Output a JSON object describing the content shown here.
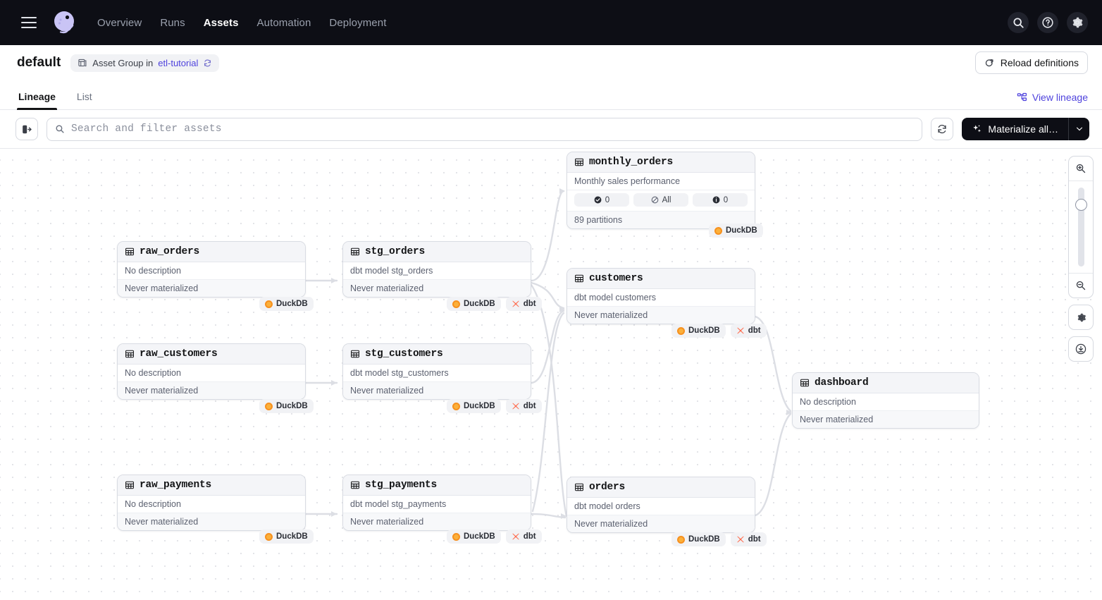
{
  "topnav": {
    "logo_name": "dagster-logo",
    "links": [
      {
        "label": "Overview",
        "active": false
      },
      {
        "label": "Runs",
        "active": false
      },
      {
        "label": "Assets",
        "active": true
      },
      {
        "label": "Automation",
        "active": false
      },
      {
        "label": "Deployment",
        "active": false
      }
    ],
    "icons": [
      "search-icon",
      "help-icon",
      "settings-icon"
    ]
  },
  "header": {
    "title": "default",
    "group_prefix": "Asset Group in",
    "group_link": "etl-tutorial",
    "reload_label": "Reload definitions"
  },
  "tabs": {
    "items": [
      {
        "label": "Lineage",
        "active": true
      },
      {
        "label": "List",
        "active": false
      }
    ],
    "view_lineage_label": "View lineage"
  },
  "toolbar": {
    "sidebar_toggle": "expand-sidebar-icon",
    "search_placeholder": "Search and filter assets",
    "search_value": "",
    "refresh": "refresh-icon",
    "materialize_label": "Materialize all…",
    "materialize_caret": "chevron-down-icon"
  },
  "canvas": {
    "zoom_controls": {
      "zoom_in": "zoom-in-icon",
      "zoom_out": "zoom-out-icon",
      "settings": "gear-icon",
      "download": "download-icon"
    }
  },
  "colors": {
    "nav_bg": "#0D0E15",
    "accent": "#4F43DD",
    "duckdb": "#F7901E",
    "dbt": "#FF694A",
    "node_border": "#D9DCE3"
  },
  "nodes": [
    {
      "id": "monthly_orders",
      "name": "monthly_orders",
      "description": "Monthly sales performance",
      "partitions": "89 partitions",
      "chips": [
        {
          "icon": "check-circle-icon",
          "label": "0"
        },
        {
          "icon": "slash-circle-icon",
          "label": "All"
        },
        {
          "icon": "info-circle-icon",
          "label": "0"
        }
      ],
      "tags": [
        "DuckDB"
      ]
    },
    {
      "id": "raw_orders",
      "name": "raw_orders",
      "description": "No description",
      "status": "Never materialized",
      "tags": [
        "DuckDB"
      ]
    },
    {
      "id": "stg_orders",
      "name": "stg_orders",
      "description": "dbt model stg_orders",
      "status": "Never materialized",
      "tags": [
        "DuckDB",
        "dbt"
      ]
    },
    {
      "id": "customers",
      "name": "customers",
      "description": "dbt model customers",
      "status": "Never materialized",
      "tags": [
        "DuckDB",
        "dbt"
      ]
    },
    {
      "id": "raw_customers",
      "name": "raw_customers",
      "description": "No description",
      "status": "Never materialized",
      "tags": [
        "DuckDB"
      ]
    },
    {
      "id": "stg_customers",
      "name": "stg_customers",
      "description": "dbt model stg_customers",
      "status": "Never materialized",
      "tags": [
        "DuckDB",
        "dbt"
      ]
    },
    {
      "id": "dashboard",
      "name": "dashboard",
      "description": "No description",
      "status": "Never materialized",
      "tags": []
    },
    {
      "id": "raw_payments",
      "name": "raw_payments",
      "description": "No description",
      "status": "Never materialized",
      "tags": [
        "DuckDB"
      ]
    },
    {
      "id": "stg_payments",
      "name": "stg_payments",
      "description": "dbt model stg_payments",
      "status": "Never materialized",
      "tags": [
        "DuckDB",
        "dbt"
      ]
    },
    {
      "id": "orders",
      "name": "orders",
      "description": "dbt model orders",
      "status": "Never materialized",
      "tags": [
        "DuckDB",
        "dbt"
      ]
    }
  ]
}
